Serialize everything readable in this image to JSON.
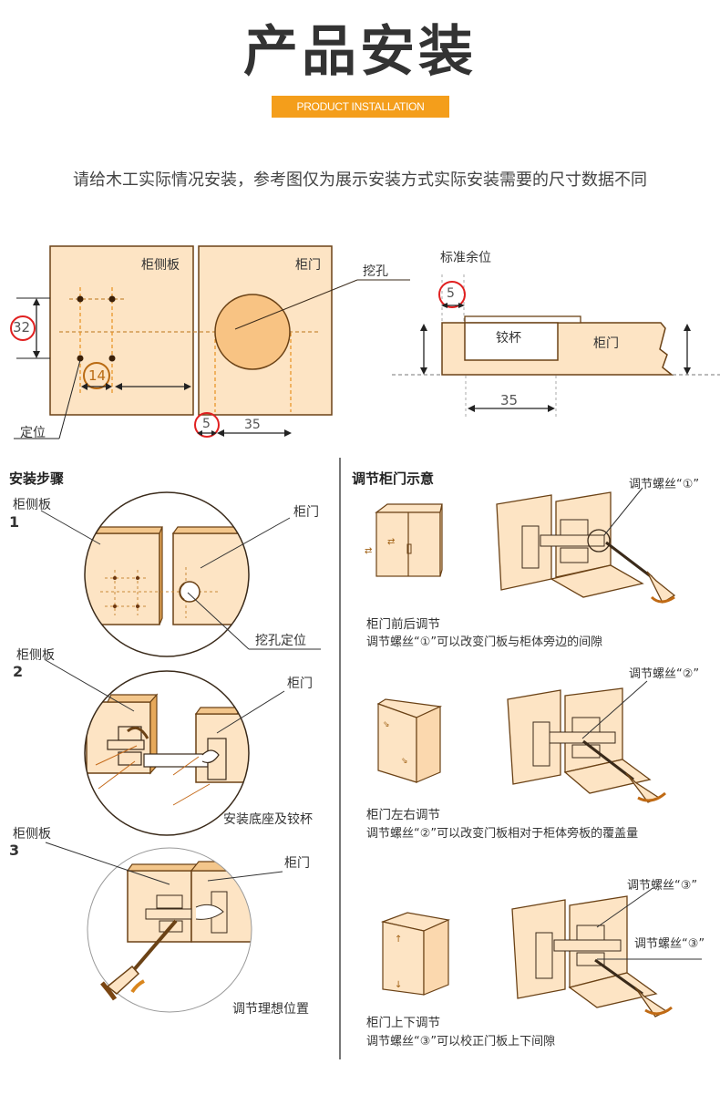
{
  "header": {
    "title": "产品安装",
    "subtitle_badge": "PRODUCT INSTALLATION",
    "notice": "请给木工实际情况安装，参考图仅为展示安装方式实际安装需要的尺寸数据不同"
  },
  "colors": {
    "accent": "#f49e1b",
    "wood_fill": "#fde4c4",
    "wood_stroke": "#6b4216",
    "dashed_orange": "#e8901f",
    "highlight_circle": "#e02020",
    "hole_fill": "#f8c383"
  },
  "top_diagram": {
    "left_panel_label": "柜侧板",
    "right_panel_label": "柜门",
    "hole_label": "挖孔",
    "locate_label": "定位",
    "dim_32": "32",
    "dim_14": "14",
    "dim_5": "5",
    "dim_35": "35"
  },
  "side_diagram": {
    "standard_margin_label": "标准余位",
    "dim_5": "5",
    "cup_label": "铰杯",
    "door_label": "柜门",
    "dim_35": "35"
  },
  "install_steps": {
    "title": "安装步骤",
    "steps": [
      {
        "number": "1",
        "side_panel_label": "柜侧板",
        "door_label": "柜门",
        "caption": "挖孔定位"
      },
      {
        "number": "2",
        "side_panel_label": "柜侧板",
        "door_label": "柜门",
        "caption": "安装底座及铰杯"
      },
      {
        "number": "3",
        "side_panel_label": "柜侧板",
        "door_label": "柜门",
        "caption": "调节理想位置"
      }
    ]
  },
  "adjust": {
    "title": "调节柜门示意",
    "items": [
      {
        "screw_label": "调节螺丝“①”",
        "heading": "柜门前后调节",
        "desc": "调节螺丝“①”可以改变门板与柜体旁边的间隙"
      },
      {
        "screw_label": "调节螺丝“②”",
        "heading": "柜门左右调节",
        "desc": "调节螺丝“②”可以改变门板相对于柜体旁板的覆盖量"
      },
      {
        "screw_label": "调节螺丝“③”",
        "screw_label_2": "调节螺丝“③”",
        "heading": "柜门上下调节",
        "desc": "调节螺丝“③”可以校正门板上下间隙"
      }
    ]
  }
}
